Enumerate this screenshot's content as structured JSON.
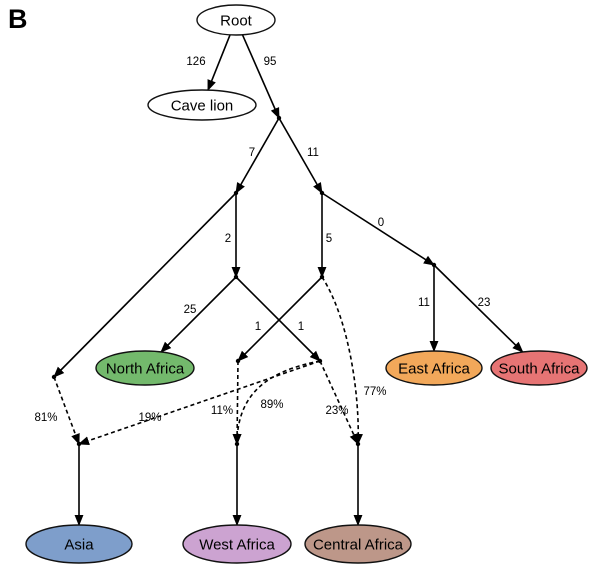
{
  "panel_label": "B",
  "colors": {
    "edge": "#000000",
    "node_white": "#ffffff",
    "north_africa": "#73b96c",
    "east_africa": "#f2a85a",
    "south_africa": "#e67474",
    "asia": "#7e9ecb",
    "west_africa": "#cca3d1",
    "central_africa": "#bd9789"
  },
  "nodes": [
    {
      "id": "root",
      "label": "Root",
      "color": "#ffffff"
    },
    {
      "id": "cave_lion",
      "label": "Cave lion",
      "color": "#ffffff"
    },
    {
      "id": "north_africa",
      "label": "North Africa",
      "color": "#73b96c"
    },
    {
      "id": "east_africa",
      "label": "East Africa",
      "color": "#f2a85a"
    },
    {
      "id": "south_africa",
      "label": "South Africa",
      "color": "#e67474"
    },
    {
      "id": "asia",
      "label": "Asia",
      "color": "#7e9ecb"
    },
    {
      "id": "west_africa",
      "label": "West Africa",
      "color": "#cca3d1"
    },
    {
      "id": "central_africa",
      "label": "Central Africa",
      "color": "#bd9789"
    }
  ],
  "edges": [
    {
      "from": "root",
      "to": "cave_lion",
      "label": "126",
      "style": "solid"
    },
    {
      "from": "root",
      "to": "j1",
      "label": "95",
      "style": "solid"
    },
    {
      "from": "j1",
      "to": "j2",
      "label": "7",
      "style": "solid"
    },
    {
      "from": "j1",
      "to": "j3",
      "label": "11",
      "style": "solid"
    },
    {
      "from": "j2",
      "to": "j4",
      "label": "2",
      "style": "solid"
    },
    {
      "from": "j3",
      "to": "j5",
      "label": "5",
      "style": "solid"
    },
    {
      "from": "j3",
      "to": "j6",
      "label": "0",
      "style": "solid"
    },
    {
      "from": "j4",
      "to": "north_africa",
      "label": "25",
      "style": "solid"
    },
    {
      "from": "j5",
      "to": "j7",
      "label": "1",
      "style": "solid"
    },
    {
      "from": "j4",
      "to": "j8",
      "label": "1",
      "style": "solid"
    },
    {
      "from": "j6",
      "to": "east_africa",
      "label": "11",
      "style": "solid"
    },
    {
      "from": "j6",
      "to": "south_africa",
      "label": "23",
      "style": "solid"
    },
    {
      "from": "j2",
      "to": "j9",
      "label": "",
      "style": "solid"
    },
    {
      "from": "j9",
      "to": "j10",
      "label": "81%",
      "style": "dashed"
    },
    {
      "from": "j8",
      "to": "j10",
      "label": "19%",
      "style": "dashed"
    },
    {
      "from": "j7",
      "to": "j11",
      "label": "11%",
      "style": "dashed"
    },
    {
      "from": "j8",
      "to": "j11",
      "label": "89%",
      "style": "dashed"
    },
    {
      "from": "j8",
      "to": "j12",
      "label": "23%",
      "style": "dashed"
    },
    {
      "from": "j5",
      "to": "j12",
      "label": "77%",
      "style": "dashed"
    },
    {
      "from": "j10",
      "to": "asia",
      "label": "",
      "style": "solid"
    },
    {
      "from": "j11",
      "to": "west_africa",
      "label": "",
      "style": "solid"
    },
    {
      "from": "j12",
      "to": "central_africa",
      "label": "",
      "style": "solid"
    }
  ]
}
